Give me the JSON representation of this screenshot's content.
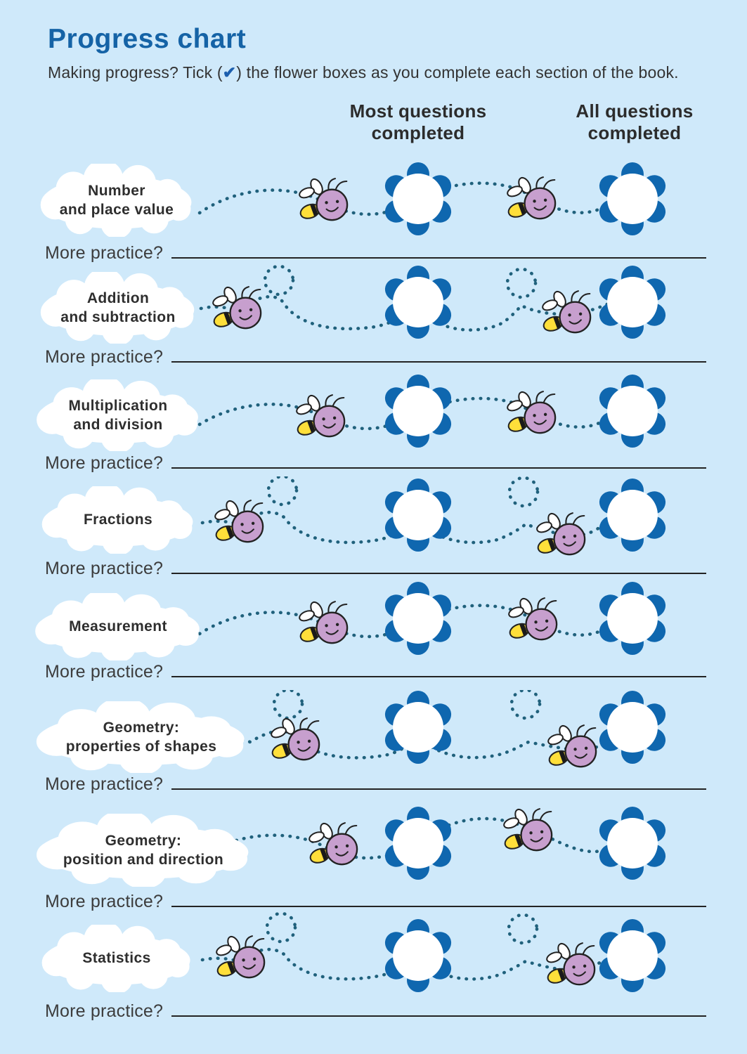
{
  "page": {
    "title": "Progress chart",
    "subtitle_prefix": "Making progress? Tick (",
    "tick": "✔",
    "subtitle_suffix": ") the flower boxes as you complete each section of the book.",
    "more_practice_label": "More practice?"
  },
  "columns": [
    {
      "line1": "Most questions",
      "line2": "completed"
    },
    {
      "line1": "All questions",
      "line2": "completed"
    }
  ],
  "sections": [
    {
      "label_line1": "Number",
      "label_line2": "and place value",
      "most_completed_ticked": false,
      "all_completed_ticked": false
    },
    {
      "label_line1": "Addition",
      "label_line2": "and subtraction",
      "most_completed_ticked": false,
      "all_completed_ticked": false
    },
    {
      "label_line1": "Multiplication",
      "label_line2": "and division",
      "most_completed_ticked": false,
      "all_completed_ticked": false
    },
    {
      "label_line1": "Fractions",
      "label_line2": "",
      "most_completed_ticked": false,
      "all_completed_ticked": false
    },
    {
      "label_line1": "Measurement",
      "label_line2": "",
      "most_completed_ticked": false,
      "all_completed_ticked": false
    },
    {
      "label_line1": "Geometry:",
      "label_line2": "properties of shapes",
      "most_completed_ticked": false,
      "all_completed_ticked": false
    },
    {
      "label_line1": "Geometry:",
      "label_line2": "position and direction",
      "most_completed_ticked": false,
      "all_completed_ticked": false
    },
    {
      "label_line1": "Statistics",
      "label_line2": "",
      "most_completed_ticked": false,
      "all_completed_ticked": false
    }
  ],
  "icons": {
    "bee": "bee-icon",
    "flower": "flower-checkbox",
    "cloud": "cloud-label",
    "tick": "tick-icon"
  },
  "colors": {
    "background": "#cfe9fa",
    "title_blue": "#1563a6",
    "text_dark": "#2e2e2e",
    "flower_blue": "#0f67af",
    "trail_teal": "#20617c",
    "bee_purple": "#c79fce",
    "bee_yellow": "#ffdf3a",
    "cloud_white": "#ffffff"
  }
}
